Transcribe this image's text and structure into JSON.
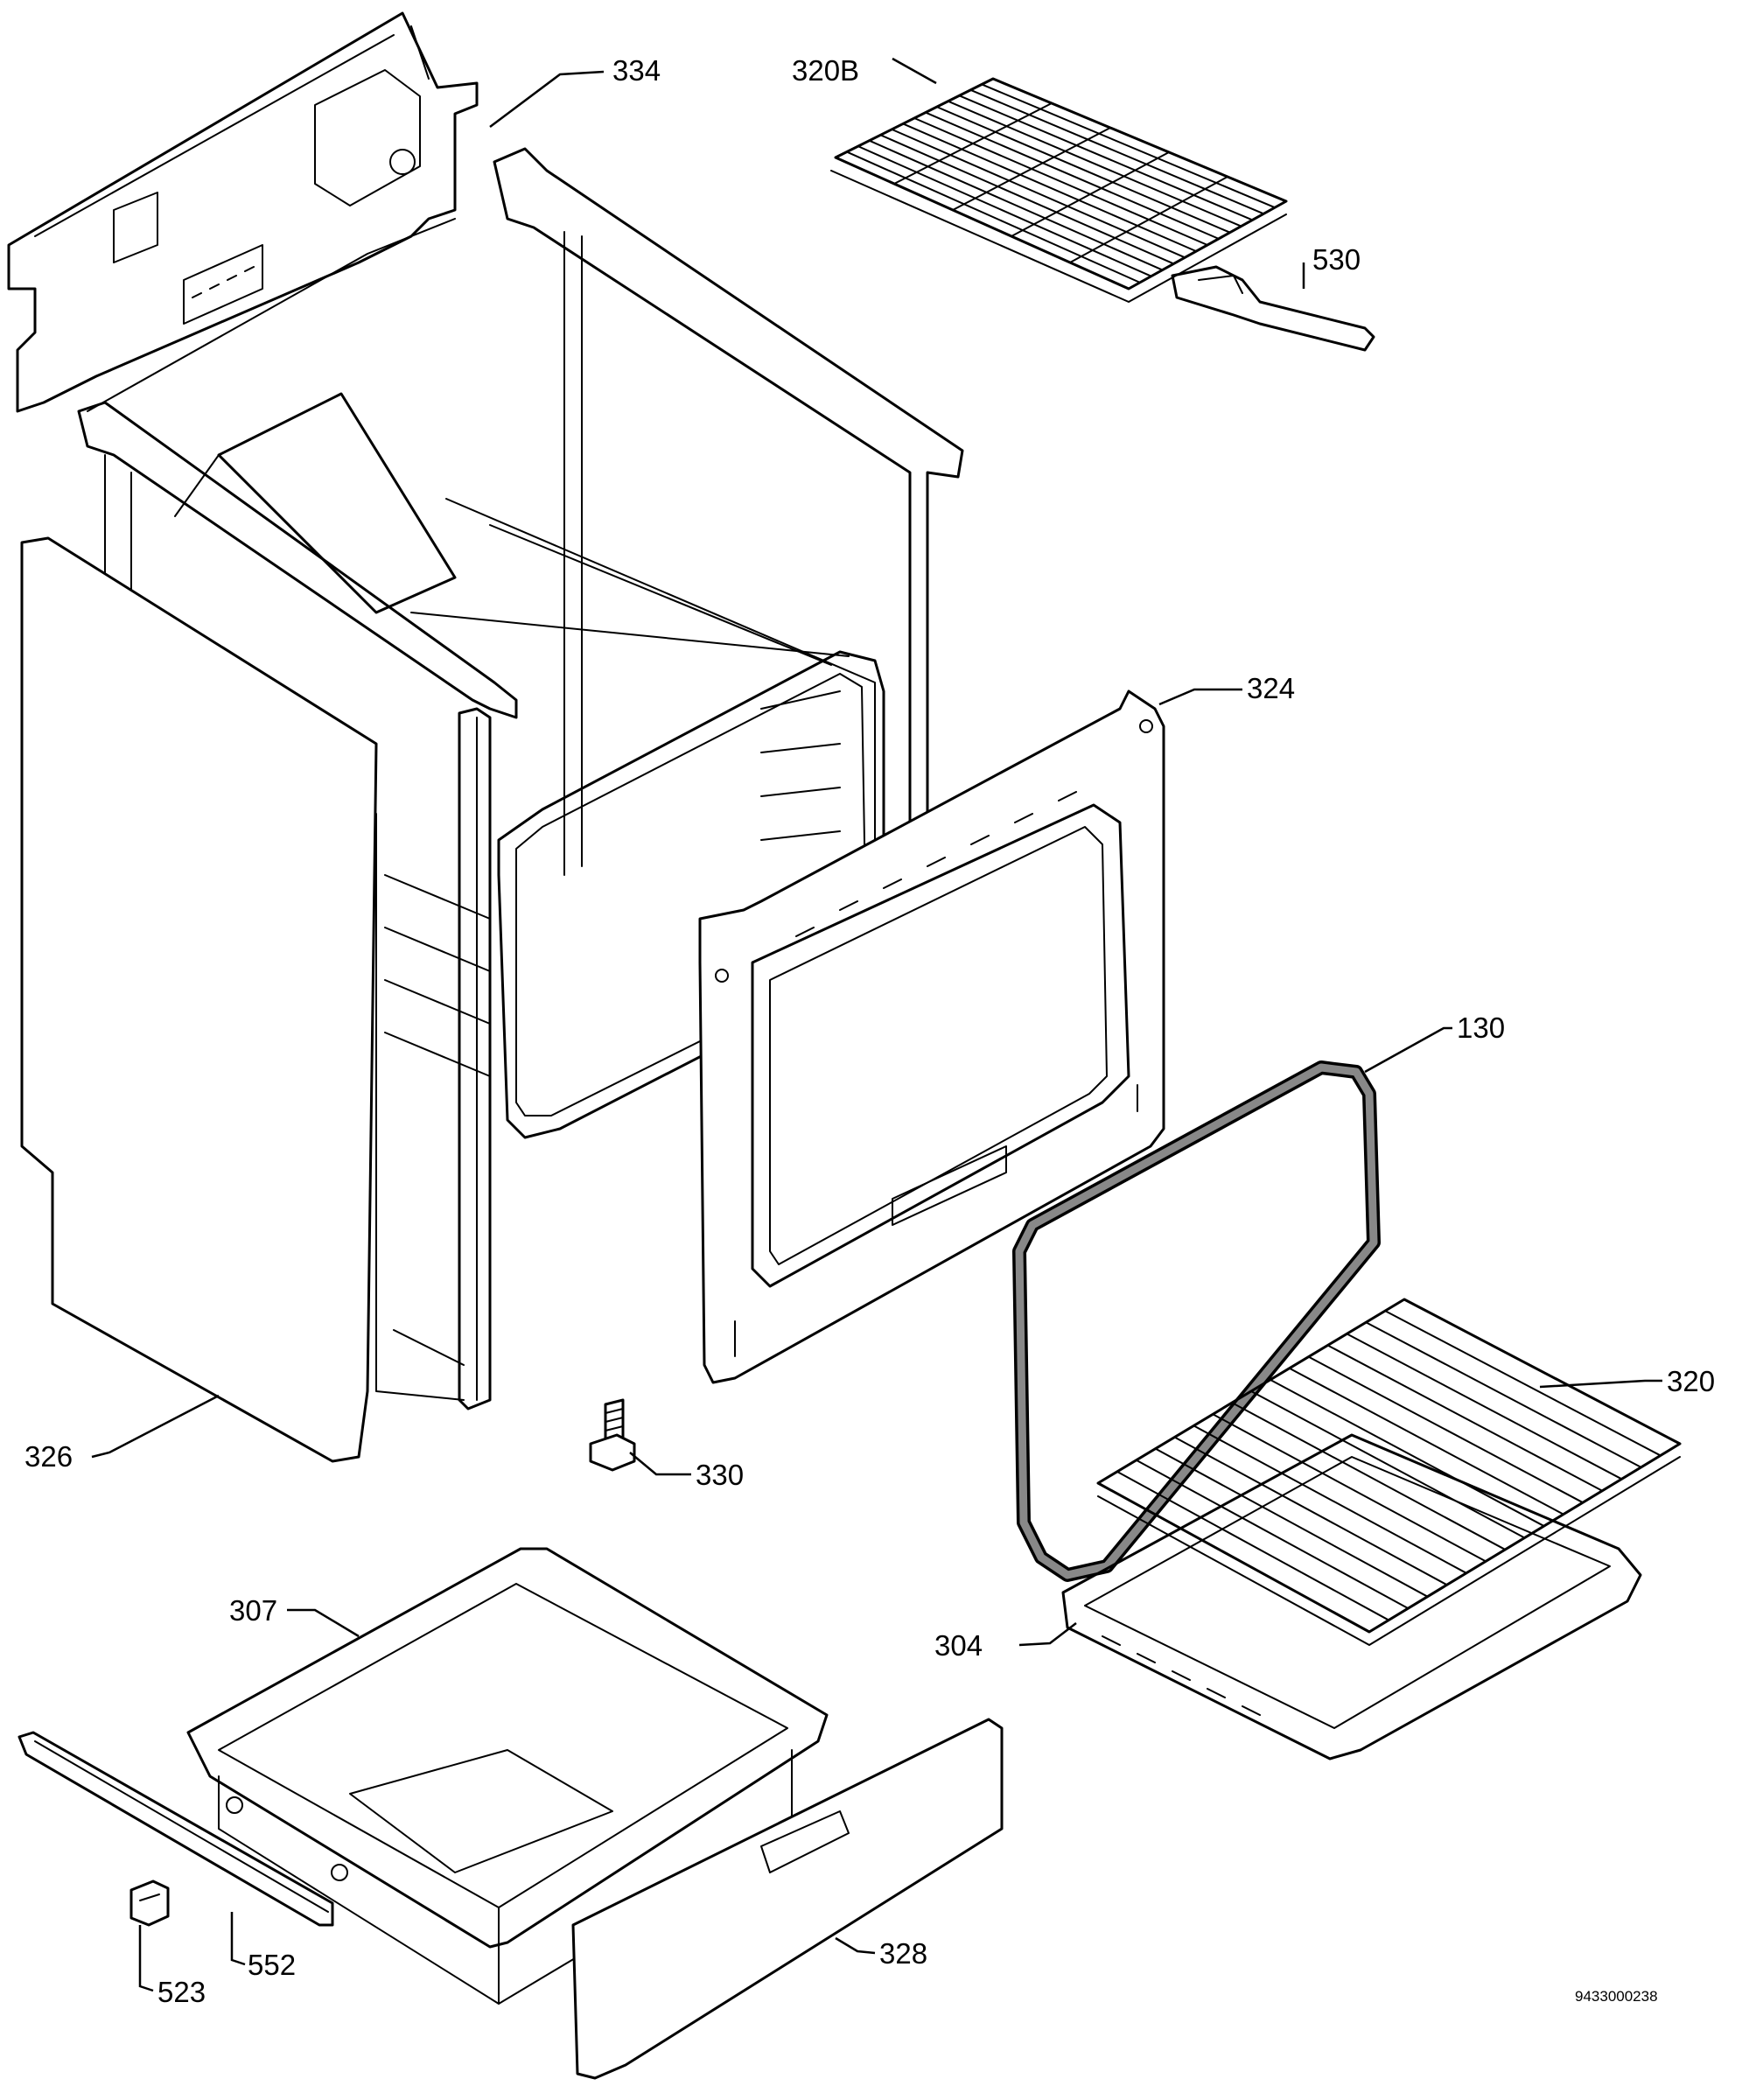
{
  "callouts": [
    {
      "id": "334",
      "label": "334"
    },
    {
      "id": "320b",
      "label": "320B"
    },
    {
      "id": "530",
      "label": "530"
    },
    {
      "id": "324",
      "label": "324"
    },
    {
      "id": "130",
      "label": "130"
    },
    {
      "id": "320",
      "label": "320"
    },
    {
      "id": "326",
      "label": "326"
    },
    {
      "id": "330",
      "label": "330"
    },
    {
      "id": "307",
      "label": "307"
    },
    {
      "id": "304",
      "label": "304"
    },
    {
      "id": "552",
      "label": "552"
    },
    {
      "id": "523",
      "label": "523"
    },
    {
      "id": "328",
      "label": "328"
    }
  ],
  "drawing_code": "9433000238"
}
